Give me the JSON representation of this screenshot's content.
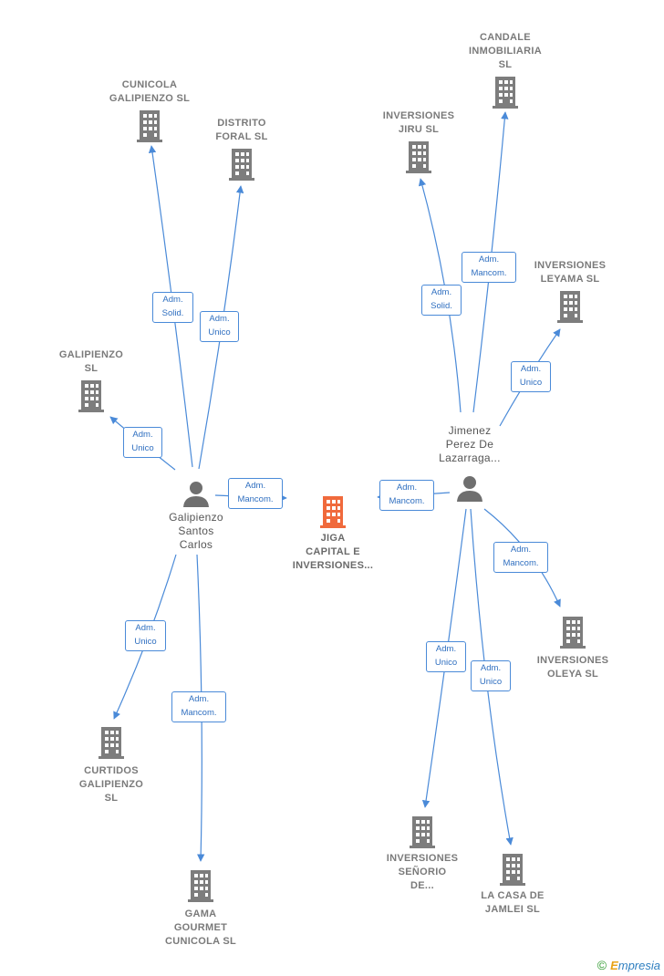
{
  "colors": {
    "edge": "#4a8ad8",
    "building": "#7d7d7d",
    "building_main": "#f06a3c",
    "person": "#6f6f6f",
    "label": "#7a7a7a"
  },
  "nodes": [
    {
      "id": "cunicola",
      "type": "company",
      "label": "CUNICOLA\nGALIPIENZO SL"
    },
    {
      "id": "distrito",
      "type": "company",
      "label": "DISTRITO\nFORAL SL"
    },
    {
      "id": "galipienzo_sl",
      "type": "company",
      "label": "GALIPIENZO\nSL"
    },
    {
      "id": "curtidos",
      "type": "company",
      "label": "CURTIDOS\nGALIPIENZO\nSL"
    },
    {
      "id": "gama",
      "type": "company",
      "label": "GAMA\nGOURMET\nCUNICOLA SL"
    },
    {
      "id": "candale",
      "type": "company",
      "label": "CANDALE\nINMOBILIARIA\nSL"
    },
    {
      "id": "jiru",
      "type": "company",
      "label": "INVERSIONES\nJIRU SL"
    },
    {
      "id": "leyama",
      "type": "company",
      "label": "INVERSIONES\nLEYAMA SL"
    },
    {
      "id": "oleya",
      "type": "company",
      "label": "INVERSIONES\nOLEYA SL"
    },
    {
      "id": "senorio",
      "type": "company",
      "label": "INVERSIONES\nSEÑORIO\nDE..."
    },
    {
      "id": "jamlei",
      "type": "company",
      "label": "LA CASA DE\nJAMLEI SL"
    },
    {
      "id": "jiga",
      "type": "main",
      "label": "JIGA\nCAPITAL E\nINVERSIONES..."
    },
    {
      "id": "galipienzo_p",
      "type": "person",
      "label": "Galipienzo\nSantos\nCarlos"
    },
    {
      "id": "jimenez_p",
      "type": "person",
      "label": "Jimenez\nPerez De\nLazarraga..."
    }
  ],
  "edges": [
    {
      "id": "e1",
      "label": "Adm.\nSolid."
    },
    {
      "id": "e2",
      "label": "Adm.\nUnico"
    },
    {
      "id": "e3",
      "label": "Adm.\nUnico"
    },
    {
      "id": "e4",
      "label": "Adm.\nMancom."
    },
    {
      "id": "e5",
      "label": "Adm.\nUnico"
    },
    {
      "id": "e6",
      "label": "Adm.\nMancom."
    },
    {
      "id": "e7",
      "label": "Adm.\nSolid."
    },
    {
      "id": "e8",
      "label": "Adm.\nMancom."
    },
    {
      "id": "e9",
      "label": "Adm.\nUnico"
    },
    {
      "id": "e10",
      "label": "Adm.\nMancom."
    },
    {
      "id": "e11",
      "label": "Adm.\nMancom."
    },
    {
      "id": "e12",
      "label": "Adm.\nUnico"
    },
    {
      "id": "e13",
      "label": "Adm.\nUnico"
    }
  ],
  "footer": {
    "copyright": "©",
    "brand_first": "E",
    "brand_rest": "mpresia"
  }
}
